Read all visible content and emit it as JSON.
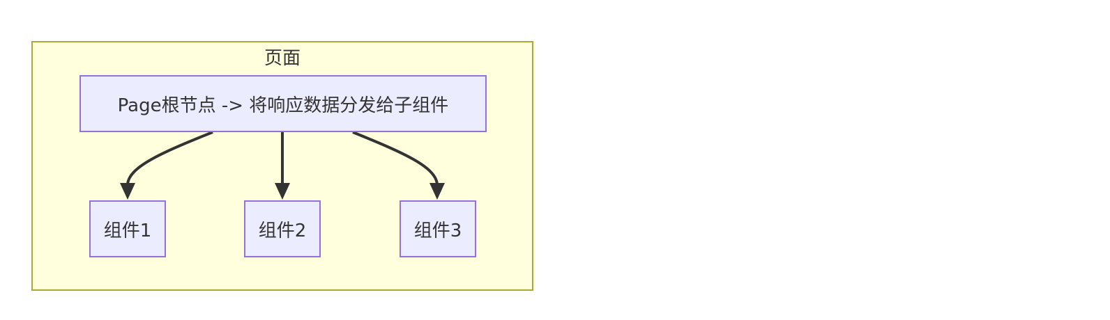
{
  "cluster": {
    "title": "页面"
  },
  "nodes": {
    "root": {
      "label": "Page根节点 -> 将响应数据分发给子组件"
    },
    "c1": {
      "label": "组件1"
    },
    "c2": {
      "label": "组件2"
    },
    "c3": {
      "label": "组件3"
    }
  },
  "colors": {
    "cluster_fill": "#ffffde",
    "cluster_stroke": "#aaaa33",
    "node_fill": "#ececff",
    "node_stroke": "#9370db",
    "edge": "#333333",
    "text": "#333333"
  },
  "edges": [
    {
      "from": "root",
      "to": "c1"
    },
    {
      "from": "root",
      "to": "c2"
    },
    {
      "from": "root",
      "to": "c3"
    }
  ]
}
